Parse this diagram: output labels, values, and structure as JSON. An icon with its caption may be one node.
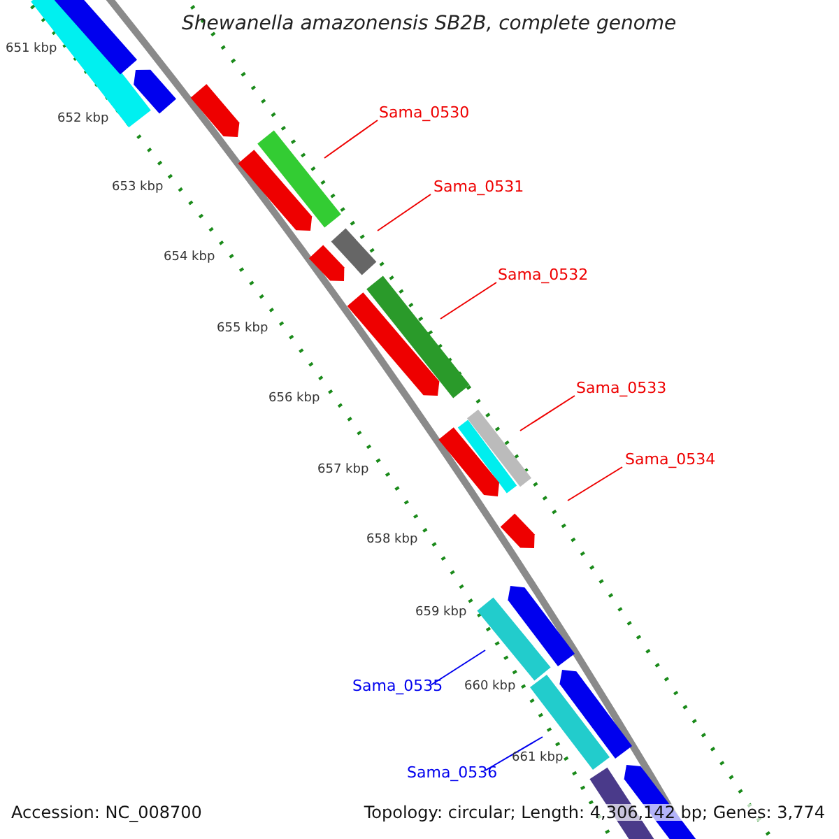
{
  "diagram": {
    "title": "Shewanella amazonensis SB2B, complete genome",
    "nodes": [
      {
        "text": [
          "Sama_0530"
        ]
      },
      {
        "text": [
          "Sama_0531"
        ]
      },
      {
        "text": [
          "Sama_0532"
        ]
      },
      {
        "text": [
          "Sama_0533"
        ]
      },
      {
        "text": [
          "Sama_0534"
        ]
      },
      {
        "text": [
          "Sama_0535"
        ]
      },
      {
        "text": [
          "Sama_0536"
        ]
      }
    ],
    "edges": [
      {
        "from": 0,
        "to": null,
        "arrow": "none"
      },
      {
        "from": 1,
        "to": null,
        "arrow": "none"
      },
      {
        "from": 2,
        "to": null,
        "arrow": "none"
      },
      {
        "from": 3,
        "to": null,
        "arrow": "none"
      },
      {
        "from": 4,
        "to": null,
        "arrow": "none"
      },
      {
        "from": 5,
        "to": null,
        "arrow": "none",
        "color": "#0000ee"
      },
      {
        "from": 6,
        "to": null,
        "arrow": "none",
        "color": "#0000ee"
      }
    ],
    "labels": [
      "651 kbp",
      "652 kbp",
      "653 kbp",
      "654 kbp",
      "655 kbp",
      "656 kbp",
      "657 kbp",
      "658 kbp",
      "659 kbp",
      "660 kbp",
      "661 kbp",
      "Accession: NC_008700",
      "Topology: circular; Length: 4,306,142 bp; Genes: 3,774"
    ]
  }
}
